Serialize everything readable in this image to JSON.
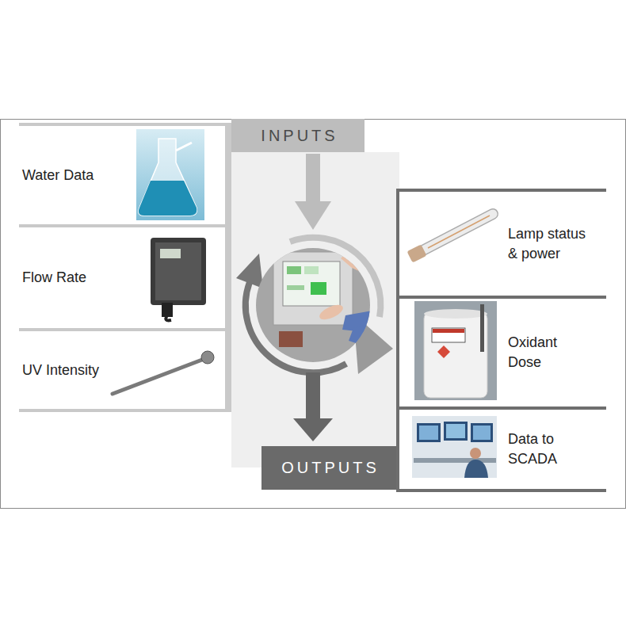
{
  "diagram": {
    "nodes": [
      {
        "text": [
          "INPUTS"
        ]
      },
      {
        "text": [
          "Water Data"
        ]
      },
      {
        "text": [
          "Flow Rate"
        ]
      },
      {
        "text": [
          "UV Intensity"
        ]
      },
      {
        "text": [
          "Lamp status & power"
        ]
      },
      {
        "text": [
          "Oxidant Dose"
        ]
      },
      {
        "text": [
          "Data to SCADA"
        ]
      },
      {
        "text": [
          "OUTPUTS"
        ]
      }
    ]
  }
}
